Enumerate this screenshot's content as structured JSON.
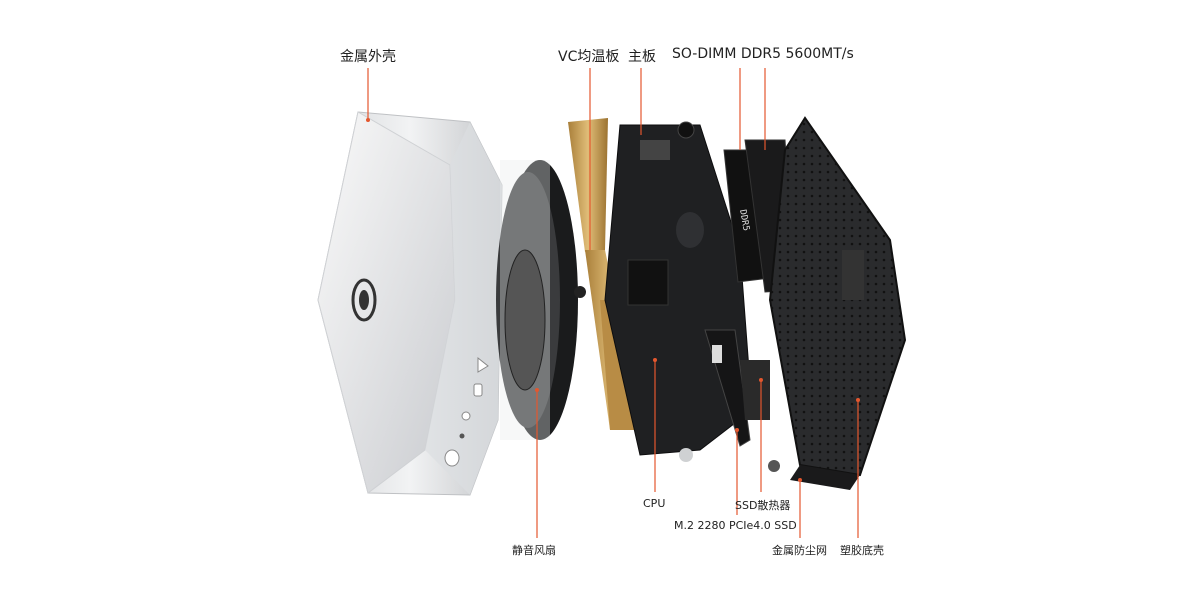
{
  "labels": {
    "metal_shell": "金属外壳",
    "vc_chamber": "VC均温板",
    "motherboard": "主板",
    "ram": "SO-DIMM DDR5 5600MT/s",
    "fan": "静音风扇",
    "cpu": "CPU",
    "ssd_heatsink": "SSD散热器",
    "ssd": "M.2 2280 PCIe4.0 SSD",
    "dust_mesh": "金属防尘网",
    "plastic_base": "塑胶底壳"
  },
  "colors": {
    "leader": "#e4572e",
    "text": "#222222",
    "shell_light": "#e8e9eb",
    "shell_dark": "#b7b9bd",
    "heatsink": "#c9a25a",
    "board": "#1f2022",
    "base": "#2b2c2e"
  }
}
